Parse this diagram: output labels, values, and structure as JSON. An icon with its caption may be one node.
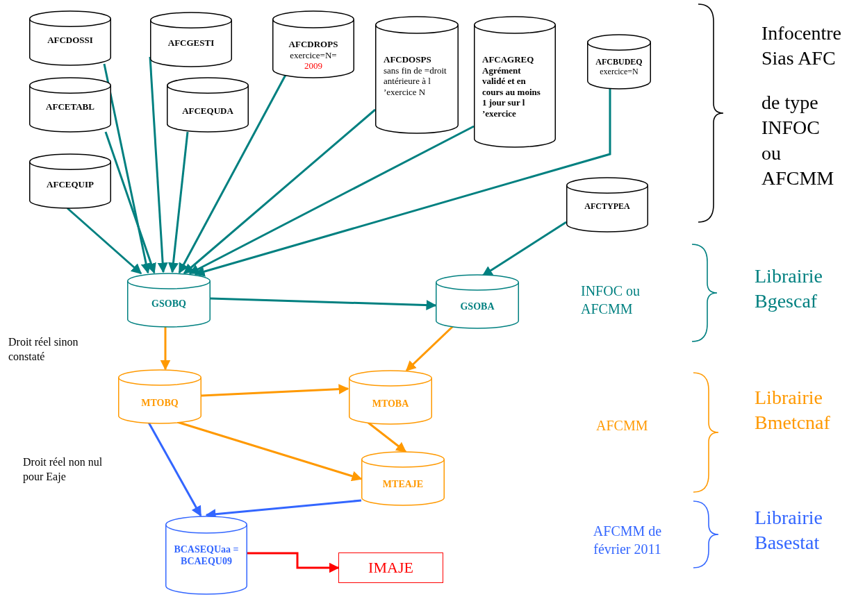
{
  "diagram": {
    "nodes": [
      {
        "text": [
          "AFCDOSSI"
        ]
      },
      {
        "text": [
          "AFCGESTI"
        ]
      },
      {
        "text": [
          "AFCDROPS",
          "exercice=N=",
          "2009"
        ]
      },
      {
        "text": [
          "AFCDOSPS",
          "sans fin de =droit antérieure à l ’exercice N"
        ]
      },
      {
        "text": [
          "AFCAGREQ",
          "Agrément validé et en cours au moins 1 jour sur l ’exercice"
        ]
      },
      {
        "text": [
          "AFCBUDEQ",
          "exercice=N"
        ]
      },
      {
        "text": [
          "AFCETABL"
        ]
      },
      {
        "text": [
          "AFCEQUDA"
        ]
      },
      {
        "text": [
          "AFCEQUIP"
        ]
      },
      {
        "text": [
          "AFCTYPEA"
        ]
      },
      {
        "text": [
          "GSOBQ"
        ]
      },
      {
        "text": [
          "GSOBA"
        ]
      },
      {
        "text": [
          "MTOBQ"
        ]
      },
      {
        "text": [
          "MTOBA"
        ]
      },
      {
        "text": [
          "MTEAJE"
        ]
      },
      {
        "text": [
          "BCASEQUaa = BCAEQU09"
        ]
      },
      {
        "text": [
          "IMAJE"
        ]
      }
    ],
    "edges": [
      {
        "from": 0,
        "to": 10,
        "arrow": "to"
      },
      {
        "from": 6,
        "to": 10,
        "arrow": "to"
      },
      {
        "from": 8,
        "to": 10,
        "arrow": "to"
      },
      {
        "from": 1,
        "to": 10,
        "arrow": "to"
      },
      {
        "from": 7,
        "to": 10,
        "arrow": "to"
      },
      {
        "from": 2,
        "to": 10,
        "arrow": "to"
      },
      {
        "from": 3,
        "to": 10,
        "arrow": "to"
      },
      {
        "from": 4,
        "to": 10,
        "arrow": "to"
      },
      {
        "from": 5,
        "to": 10,
        "arrow": "to"
      },
      {
        "from": 9,
        "to": 11,
        "arrow": "to"
      },
      {
        "from": 10,
        "to": 11,
        "arrow": "to"
      },
      {
        "from": 10,
        "to": 12,
        "arrow": "to",
        "color": "#ff9900"
      },
      {
        "from": 11,
        "to": 13,
        "arrow": "to",
        "color": "#ff9900"
      },
      {
        "from": 12,
        "to": 13,
        "arrow": "to",
        "color": "#ff9900"
      },
      {
        "from": 12,
        "to": 14,
        "arrow": "to",
        "color": "#ff9900"
      },
      {
        "from": 13,
        "to": 14,
        "arrow": "to",
        "color": "#ff9900"
      },
      {
        "from": 12,
        "to": 15,
        "arrow": "to",
        "color": "#3366ff"
      },
      {
        "from": 14,
        "to": 15,
        "arrow": "to",
        "color": "#3366ff"
      },
      {
        "from": 15,
        "to": 16,
        "arrow": "to",
        "color": "#ff0000"
      }
    ],
    "labels": [
      "Infocentre Sias AFC",
      "de type INFOC ou AFCMM",
      "INFOC ou AFCMM",
      "Librairie Bgescaf",
      "Droit réel sinon constaté",
      "AFCMM",
      "Librairie Bmetcnaf",
      "Droit réel non nul pour Eaje",
      "AFCMM de février 2011",
      "Librairie Basestat"
    ]
  }
}
